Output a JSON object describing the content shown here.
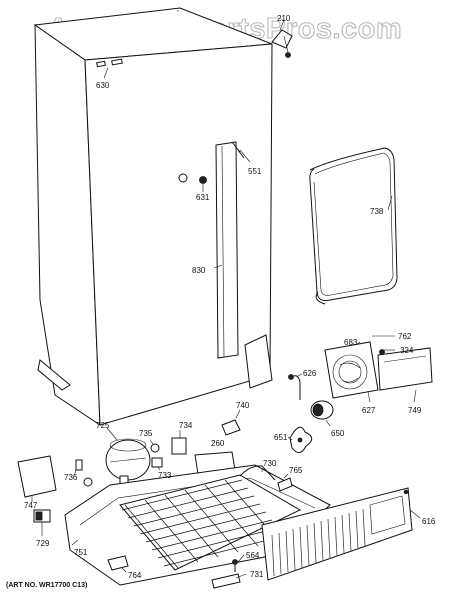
{
  "watermark": "AppliancePartsPros.com",
  "art_number": "(ART NO. WR17700 C13)",
  "callouts": {
    "c210": "210",
    "c630": "630",
    "c551": "551",
    "c631": "631",
    "c738": "738",
    "c830": "830",
    "c762": "762",
    "c683": "683",
    "c324": "324",
    "c626": "626",
    "c749": "749",
    "c627": "627",
    "c740": "740",
    "c725": "725",
    "c735": "735",
    "c734": "734",
    "c260": "260",
    "c651": "651",
    "c650": "650",
    "c736": "736",
    "c733": "733",
    "c730": "730",
    "c765": "765",
    "c747": "747",
    "c751": "751",
    "c616": "616",
    "c729": "729",
    "c564": "564",
    "c764": "764",
    "c731": "731"
  }
}
